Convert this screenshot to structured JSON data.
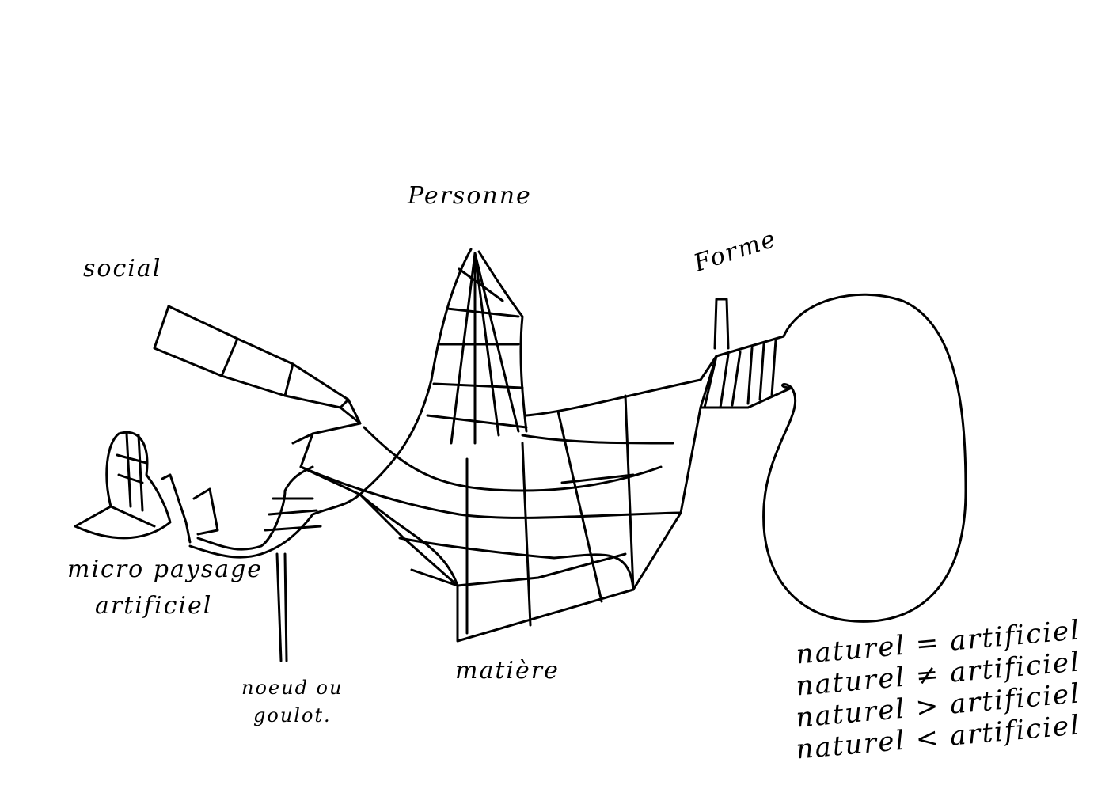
{
  "labels": {
    "personne": "Personne",
    "social": "social",
    "forme": "Forme",
    "micro_paysage_line1": "micro paysage",
    "micro_paysage_line2": "artificiel",
    "noeud_line1": "noeud ou",
    "noeud_line2": "goulot.",
    "matiere": "matière"
  },
  "relations": [
    "naturel = artificiel",
    "naturel ≠ artificiel",
    "naturel > artificiel",
    "naturel < artificiel"
  ],
  "colors": {
    "ink": "#000000",
    "paper": "#ffffff"
  }
}
